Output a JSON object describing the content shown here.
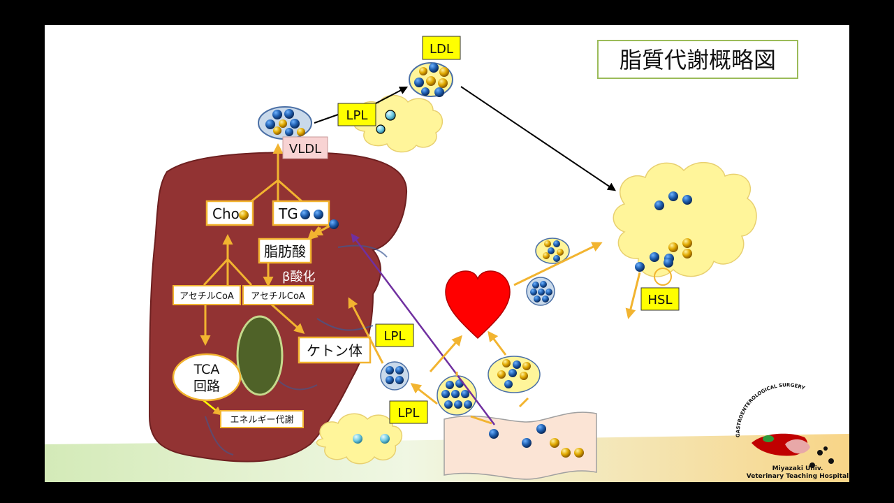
{
  "title": "脂質代謝概略図",
  "labels": {
    "ldl": "LDL",
    "lpl_top": "LPL",
    "vldl": "VLDL",
    "cho": "Cho",
    "tg": "TG",
    "fatty_acid": "脂肪酸",
    "beta_oxidation": "β酸化",
    "acetyl_coa_left": "アセチルCoA",
    "acetyl_coa_right": "アセチルCoA",
    "ketone": "ケトン体",
    "tca": "TCA",
    "circuit": "回路",
    "energy": "エネルギー代謝",
    "lpl_mid": "LPL",
    "lpl_low": "LPL",
    "hsl": "HSL"
  },
  "logo": {
    "arc_text": "GASTROENTEROLOGICAL SURGERY",
    "line1": "Miyazaki Univ.",
    "line2": "Veterinary Teaching Hospital"
  },
  "colors": {
    "liver": "#923333",
    "arrow_orange": "#f2b430",
    "arrow_purple": "#7030a0",
    "label_yellow": "#ffff00",
    "vldl_pink": "#f8d3d3",
    "fat_yellow": "#fff59a",
    "heart_red": "#ff0000",
    "mito_green": "#4f6228"
  }
}
